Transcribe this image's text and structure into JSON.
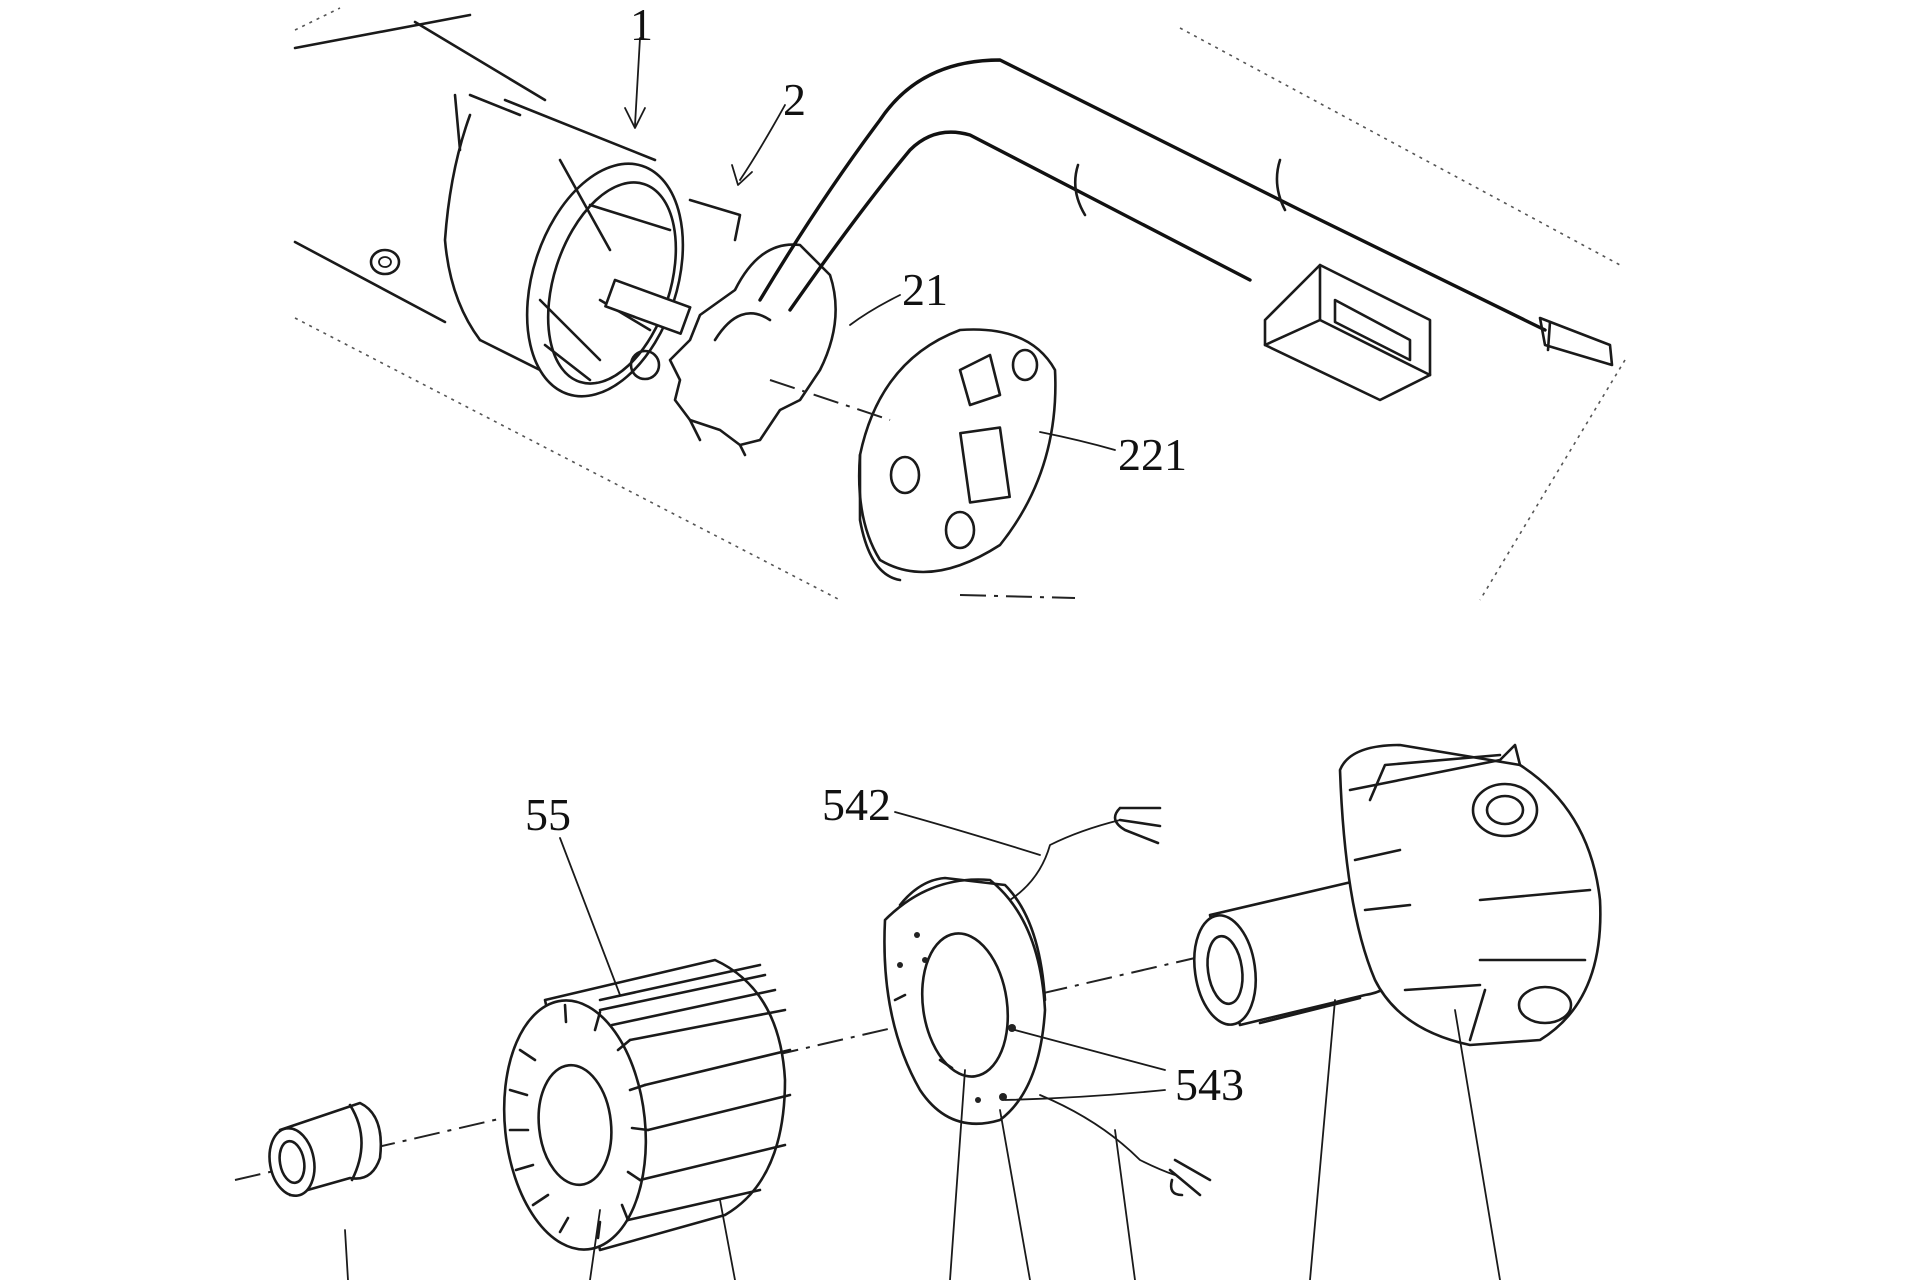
{
  "figure": {
    "top_labels": {
      "arrow_1": "1",
      "arrow_2": "2",
      "ref_21": "21",
      "ref_221": "221"
    },
    "bottom_labels": {
      "ref_55": "55",
      "ref_542": "542",
      "ref_543": "543"
    }
  }
}
